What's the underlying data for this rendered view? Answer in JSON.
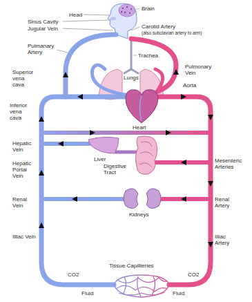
{
  "diagram": {
    "labels": [
      "Brain",
      "Head",
      "Sinus Cavity",
      "Carotid Artery",
      "(also subclavian artery to arm)",
      "Jugular Vein",
      "Trachea",
      "Pulmanary Artery",
      "Lungs",
      "Pulmonary Vein",
      "Superior vena cava",
      "Aorta",
      "Inferior vena cava",
      "Heart",
      "Hepatic Vein",
      "Mesenteric Arteries",
      "Liver",
      "Digestive Tract",
      "Hepatic Portal Vein",
      "Renal Vein",
      "Renal Artery",
      "Kidneys",
      "Illiac Vein",
      "Illiac Artery",
      "Tissue Capillieries",
      "CO2",
      "CO2",
      "Fluid",
      "Fluid"
    ]
  }
}
